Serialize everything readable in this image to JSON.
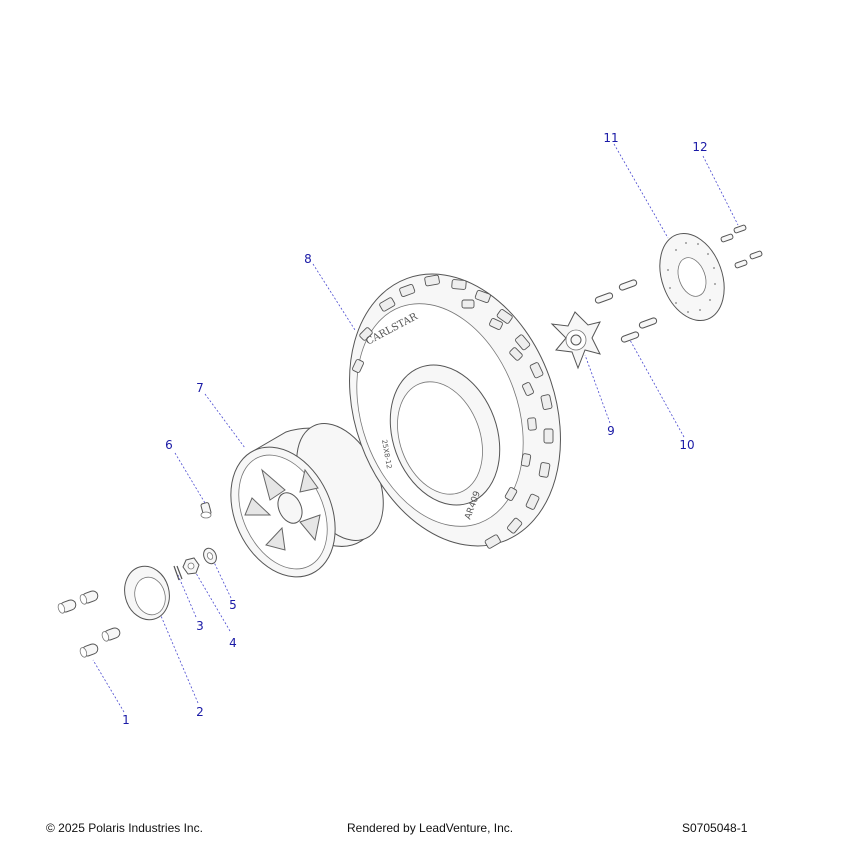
{
  "callouts": [
    {
      "id": "1",
      "label": "1"
    },
    {
      "id": "2",
      "label": "2"
    },
    {
      "id": "3",
      "label": "3"
    },
    {
      "id": "4",
      "label": "4"
    },
    {
      "id": "5",
      "label": "5"
    },
    {
      "id": "6",
      "label": "6"
    },
    {
      "id": "7",
      "label": "7"
    },
    {
      "id": "8",
      "label": "8"
    },
    {
      "id": "9",
      "label": "9"
    },
    {
      "id": "10",
      "label": "10"
    },
    {
      "id": "11",
      "label": "11"
    },
    {
      "id": "12",
      "label": "12"
    }
  ],
  "tire_text": {
    "brand": "CARLSTAR",
    "model": "AR409",
    "size": "25X8-12"
  },
  "footer": {
    "copyright": "© 2025 Polaris Industries Inc.",
    "rendered_by": "Rendered by LeadVenture, Inc.",
    "diagram_id": "S0705048-1"
  },
  "colors": {
    "callout": "#1a1aa6",
    "leader": "#4a4ad0",
    "outline": "#555555"
  }
}
